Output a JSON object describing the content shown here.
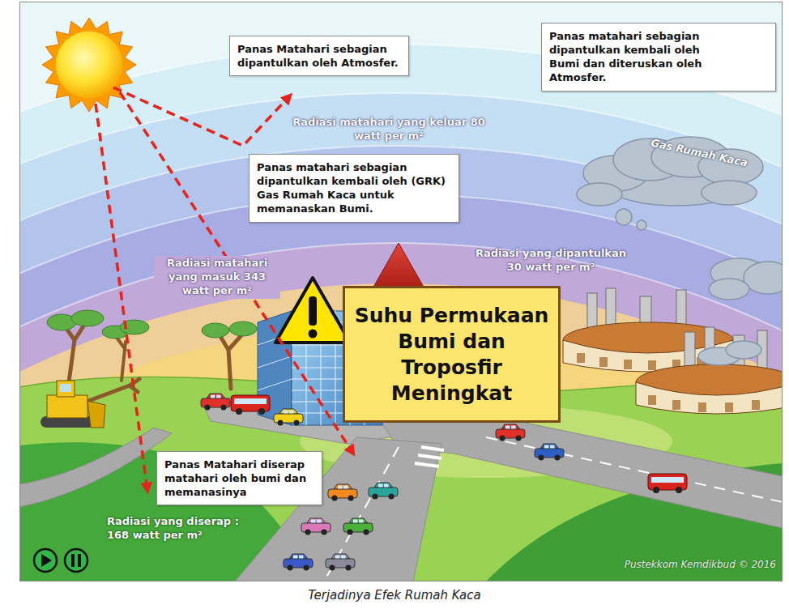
{
  "diagram": {
    "caption": "Terjadinya Efek Rumah Kaca",
    "nodes": [
      {
        "text": [
          "Panas Matahari sebagian dipantulkan oleh Atmosfer."
        ]
      },
      {
        "text": [
          "Panas matahari sebagian dipantulkan kembali oleh Bumi dan diteruskan oleh Atmosfer."
        ]
      },
      {
        "text": [
          "Panas matahari sebagian dipantulkan kembali oleh (GRK) Gas Rumah Kaca untuk memanaskan Bumi."
        ]
      },
      {
        "text": [
          "Suhu Permukaan Bumi dan Troposfir Meningkat"
        ]
      },
      {
        "text": [
          "Panas Matahari diserap matahari oleh bumi dan memanasinya"
        ]
      }
    ],
    "labels": [
      "Radiasi matahari yang keluar 80 watt per m²",
      "Gas Rumah Kaca",
      "Radiasi matahari yang masuk 343 watt per m²",
      "Radiasi yang dipantulkan 30 watt per m²",
      "Radiasi yang diserap : 168 watt per m²",
      "Pustekkom Kemdikbud © 2016"
    ]
  }
}
